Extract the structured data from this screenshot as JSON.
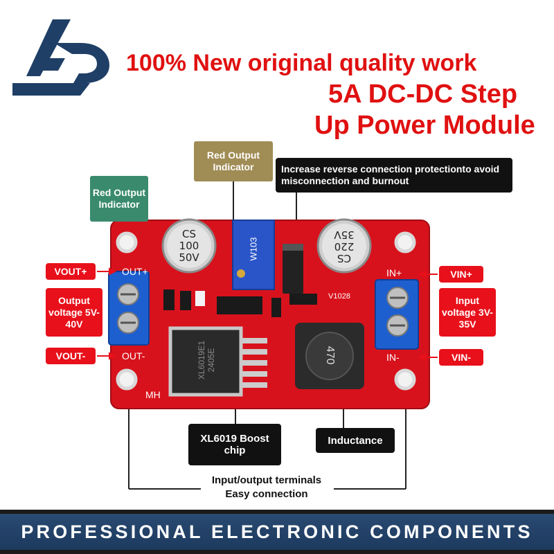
{
  "header": {
    "line1": "100% New original quality work",
    "line2": "5A DC-DC Step",
    "line3": "Up Power Module"
  },
  "callouts": {
    "red_output_indicator_left": "Red Output Indicator",
    "red_output_indicator_top": "Red Output Indicator",
    "reverse_protection": "Increase reverse connection protectionto avoid misconnection and burnout",
    "vout_plus": "VOUT+",
    "vout_minus": "VOUT-",
    "output_voltage": "Output voltage 5V-40V",
    "vin_plus": "VIN+",
    "vin_minus": "VIN-",
    "input_voltage": "Input voltage 3V-35V",
    "chip": "XL6019 Boost chip",
    "inductance": "Inductance",
    "terminals_line1": "Input/output terminals",
    "terminals_line2": "Easy connection"
  },
  "board": {
    "cap_left": [
      "CS",
      "100",
      "50V"
    ],
    "cap_right": [
      "35V",
      "220",
      "CS"
    ],
    "pot": "W103",
    "pcb_out_plus": "OUT+",
    "pcb_out_minus": "OUT-",
    "pcb_in_plus": "IN+",
    "pcb_in_minus": "IN-",
    "pcb_version": "V1028",
    "pcb_mh": "MH",
    "chip_marking": [
      "XL6019E1",
      "2405E"
    ],
    "inductor_marking": "470"
  },
  "footer": {
    "text": "PROFESSIONAL ELECTRONIC COMPONENTS"
  },
  "colors": {
    "title_red": "#e01010",
    "pcb_red": "#d8121c",
    "terminal_blue": "#1e5fd0",
    "footer_blue": "#2a4a72"
  }
}
